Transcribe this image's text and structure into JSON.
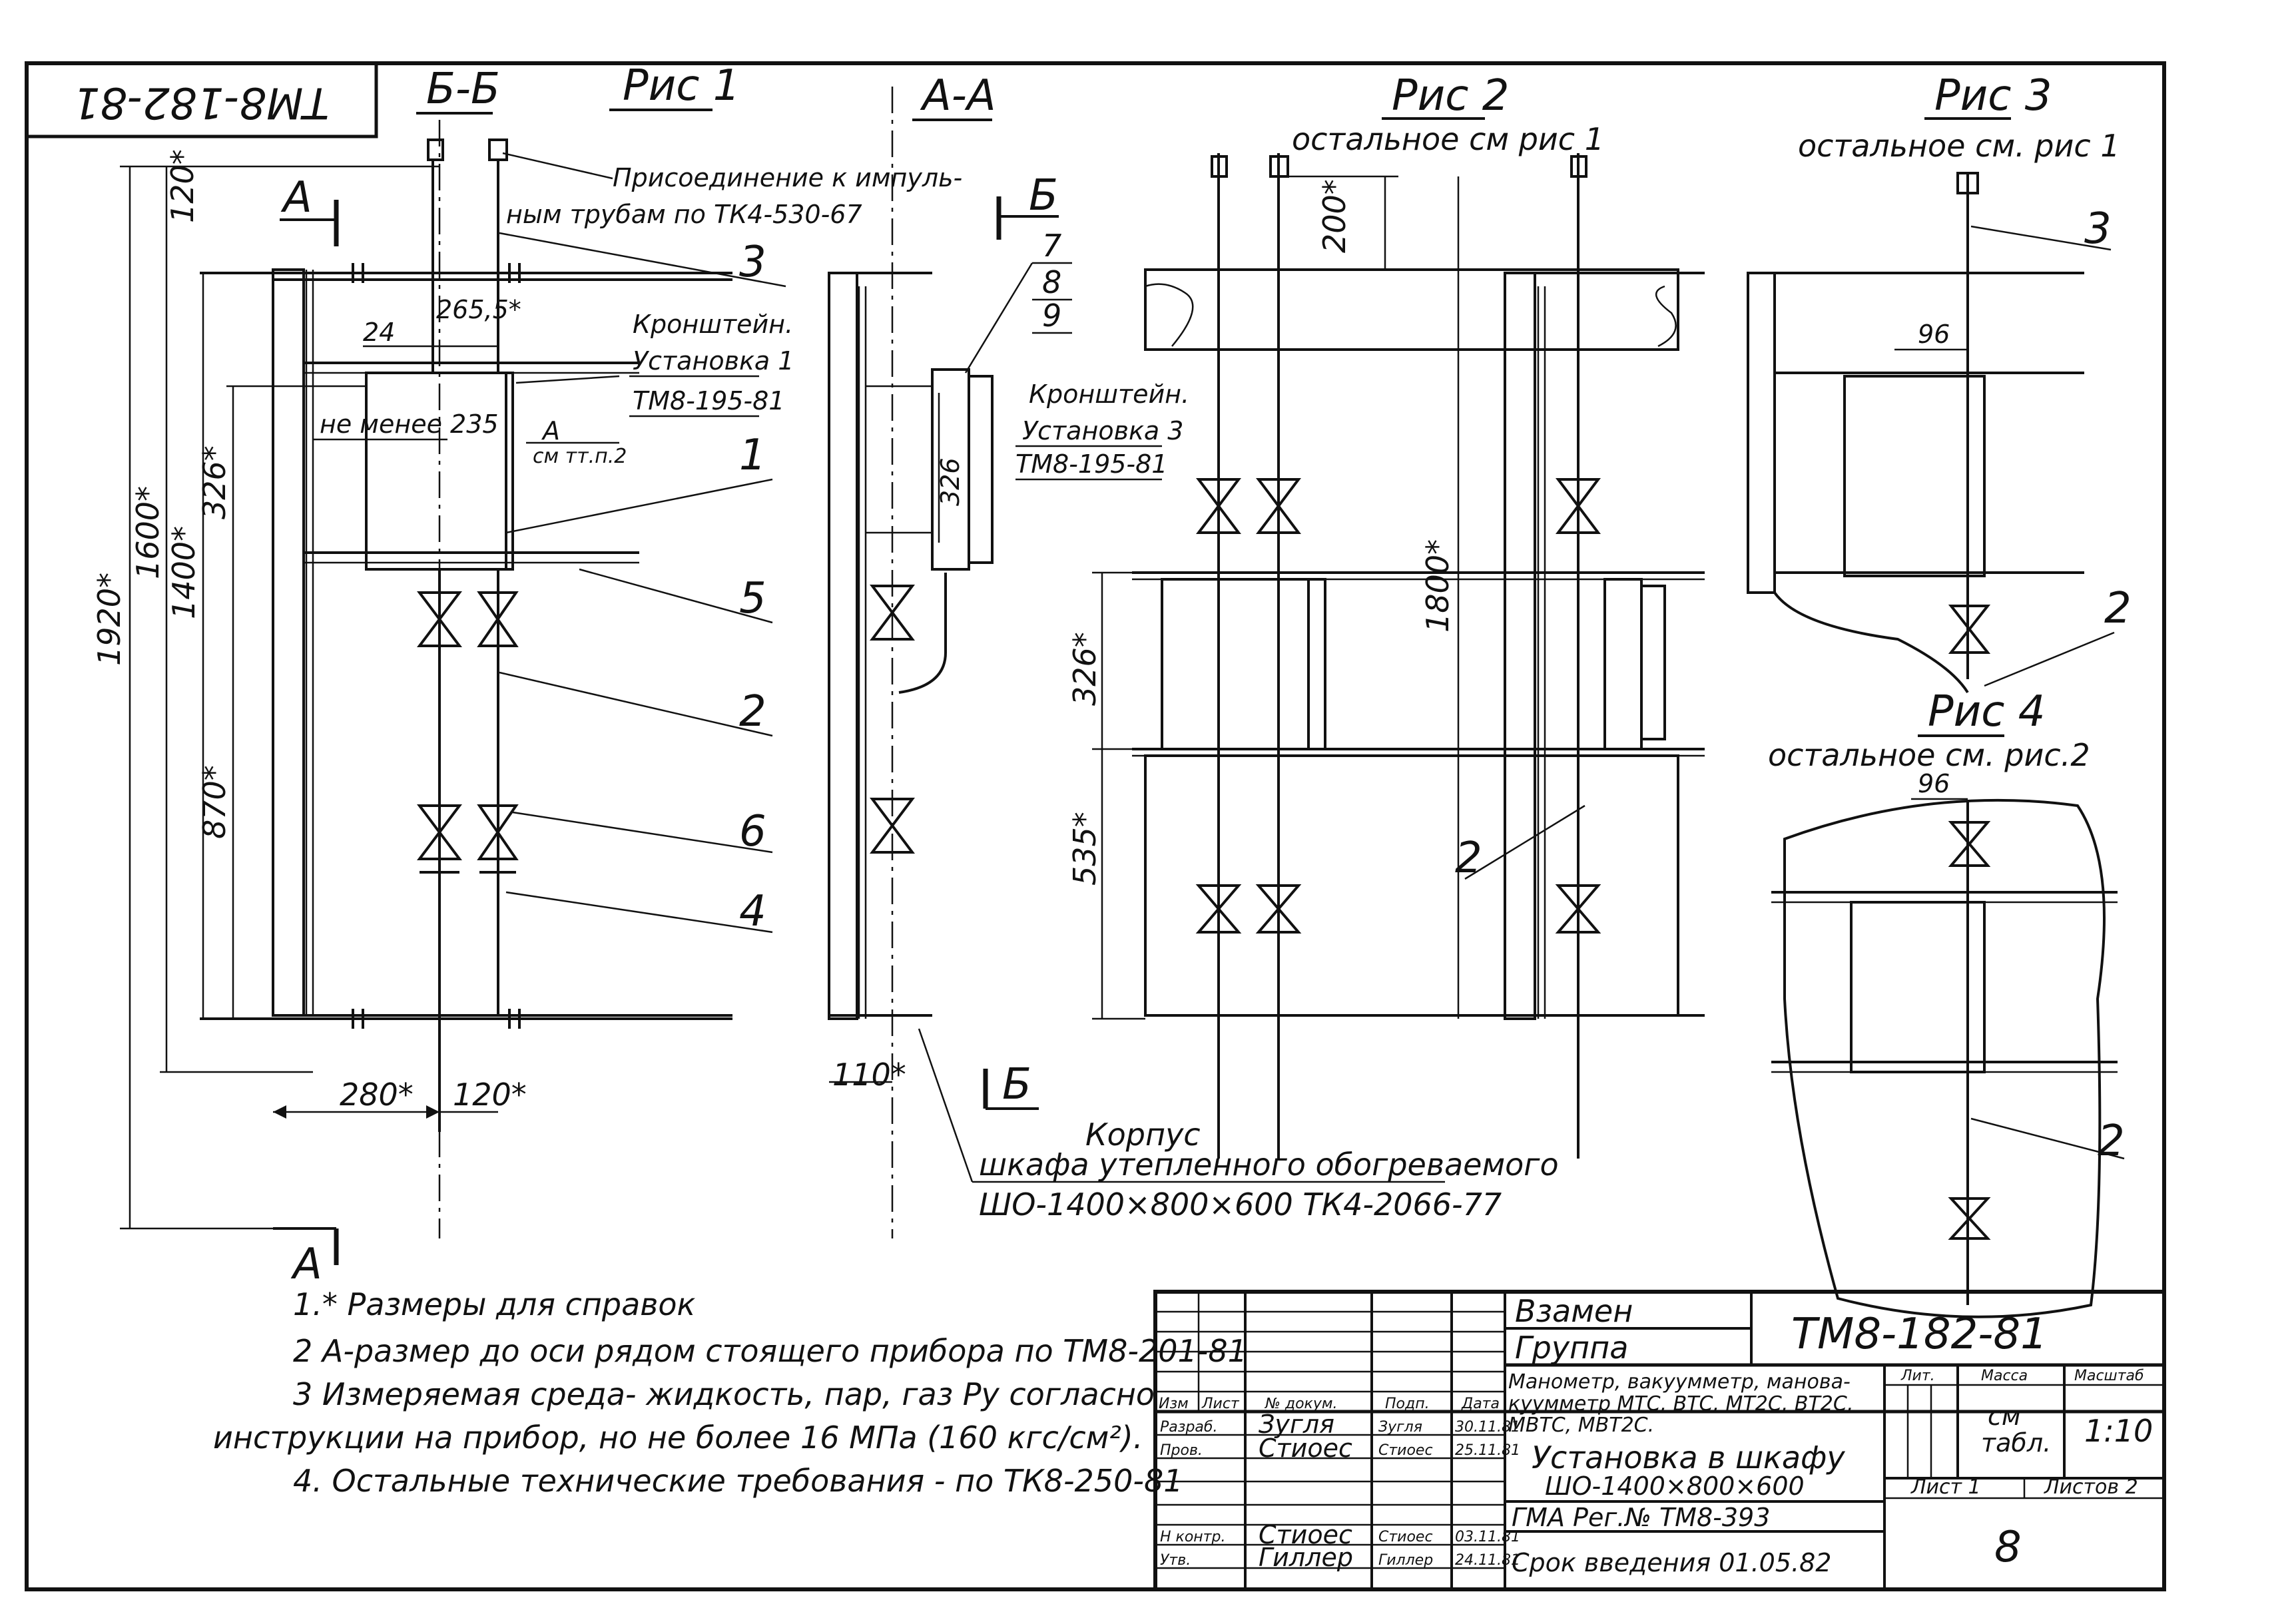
{
  "drawing": {
    "code_rotated": "ТМ8-182-81",
    "sections": {
      "bb": "Б-Б",
      "aa": "А-А",
      "a_mark": "А",
      "b_mark": "Б"
    },
    "figures": {
      "fig1": "Рис 1",
      "fig2": "Рис 2",
      "fig3": "Рис 3",
      "fig4": "Рис 4"
    },
    "rest_notes": {
      "fig2": "остальное см рис 1",
      "fig3": "остальное см. рис 1",
      "fig4": "остальное см. рис.2"
    },
    "callouts": {
      "connection_line1": "Присоединение к импуль-",
      "connection_line2": "ным трубам по ТК4-530-67",
      "bracket1_line1": "Кронштейн.",
      "bracket1_line2": "Установка 1",
      "bracket1_line3": "ТМ8-195-81",
      "bracket3_line1": "Кронштейн.",
      "bracket3_line2": "Установка 3",
      "bracket3_line3": "ТМ8-195-81",
      "min_dist": "не менее 235",
      "a_ref_line1": "А",
      "a_ref_line2": "см тт.п.2",
      "case_line1": "Корпус",
      "case_line2": "шкафа утепленного обогреваемого",
      "case_line3": "ШО-1400×800×600   ТК4-2066-77"
    },
    "positions": {
      "p1": "1",
      "p2": "2",
      "p3": "3",
      "p4": "4",
      "p5": "5",
      "p6": "6",
      "p7": "7",
      "p8": "8",
      "p9": "9"
    },
    "dimensions": {
      "d1920": "1920*",
      "d1600": "1600*",
      "d1400": "1400*",
      "d120v": "120*",
      "d870": "870*",
      "d326": "326*",
      "d326b": "326",
      "d2655": "265,5*",
      "d24": "24",
      "d280": "280*",
      "d120h": "120*",
      "d110": "110*",
      "d200": "200*",
      "d1800": "1800*",
      "d326c": "326*",
      "d535": "535*",
      "d96a": "96",
      "d96b": "96"
    }
  },
  "notes": [
    "1.* Размеры для справок",
    "2 А-размер до оси рядом стоящего прибора по ТМ8-201-81",
    "3 Измеряемая среда- жидкость, пар, газ  Ру согласно",
    "инструкции на прибор, но не более 16 МПа (160 кгс/см²).",
    "4. Остальные технические требования - по ТК8-250-81"
  ],
  "title_block": {
    "replaces": "Взамен",
    "group": "Группа",
    "code": "ТМ8-182-81",
    "description_line1": "Манометр, вакуумметр, мановa-",
    "description_line2": "куумметр МТС, ВТС, МТ2С, ВТ2С,",
    "description_line3": "МВТС, МВТ2С.",
    "description_line4": "Установка в шкафу",
    "description_line5": "ШО-1400×800×600",
    "registry": "ГМА Рег.№ ТМ8-393",
    "intro_date": "Срок введения 01.05.82",
    "sheet_number": "8",
    "head_change": "Изм",
    "head_sheet": "Лист",
    "head_doc": "№ докум.",
    "head_sign": "Подп.",
    "head_date": "Дата",
    "role_dev": "Разраб.",
    "role_check": "Пров.",
    "role_ncontrol": "Н контр.",
    "role_approve": "Утв.",
    "name_dev": "Зугля",
    "name_check": "Стиоес",
    "name_ncontrol": "Стиоес",
    "name_approve": "Гиллер",
    "sign_dev": "Зугля",
    "sign_check": "Стиоес",
    "sign_ncontrol": "Стиоес",
    "sign_approve": "Гиллер",
    "date_dev": "30.11.81",
    "date_check": "25.11.81",
    "date_ncontrol": "03.11.81",
    "date_approve": "24.11.81",
    "lit_label": "Лит.",
    "mass_label": "Масса",
    "scale_label": "Масштаб",
    "mass_value_line1": "см",
    "mass_value_line2": "табл.",
    "scale_value": "1:10",
    "sheet_label": "Лист 1",
    "sheets_label": "Листов 2"
  }
}
